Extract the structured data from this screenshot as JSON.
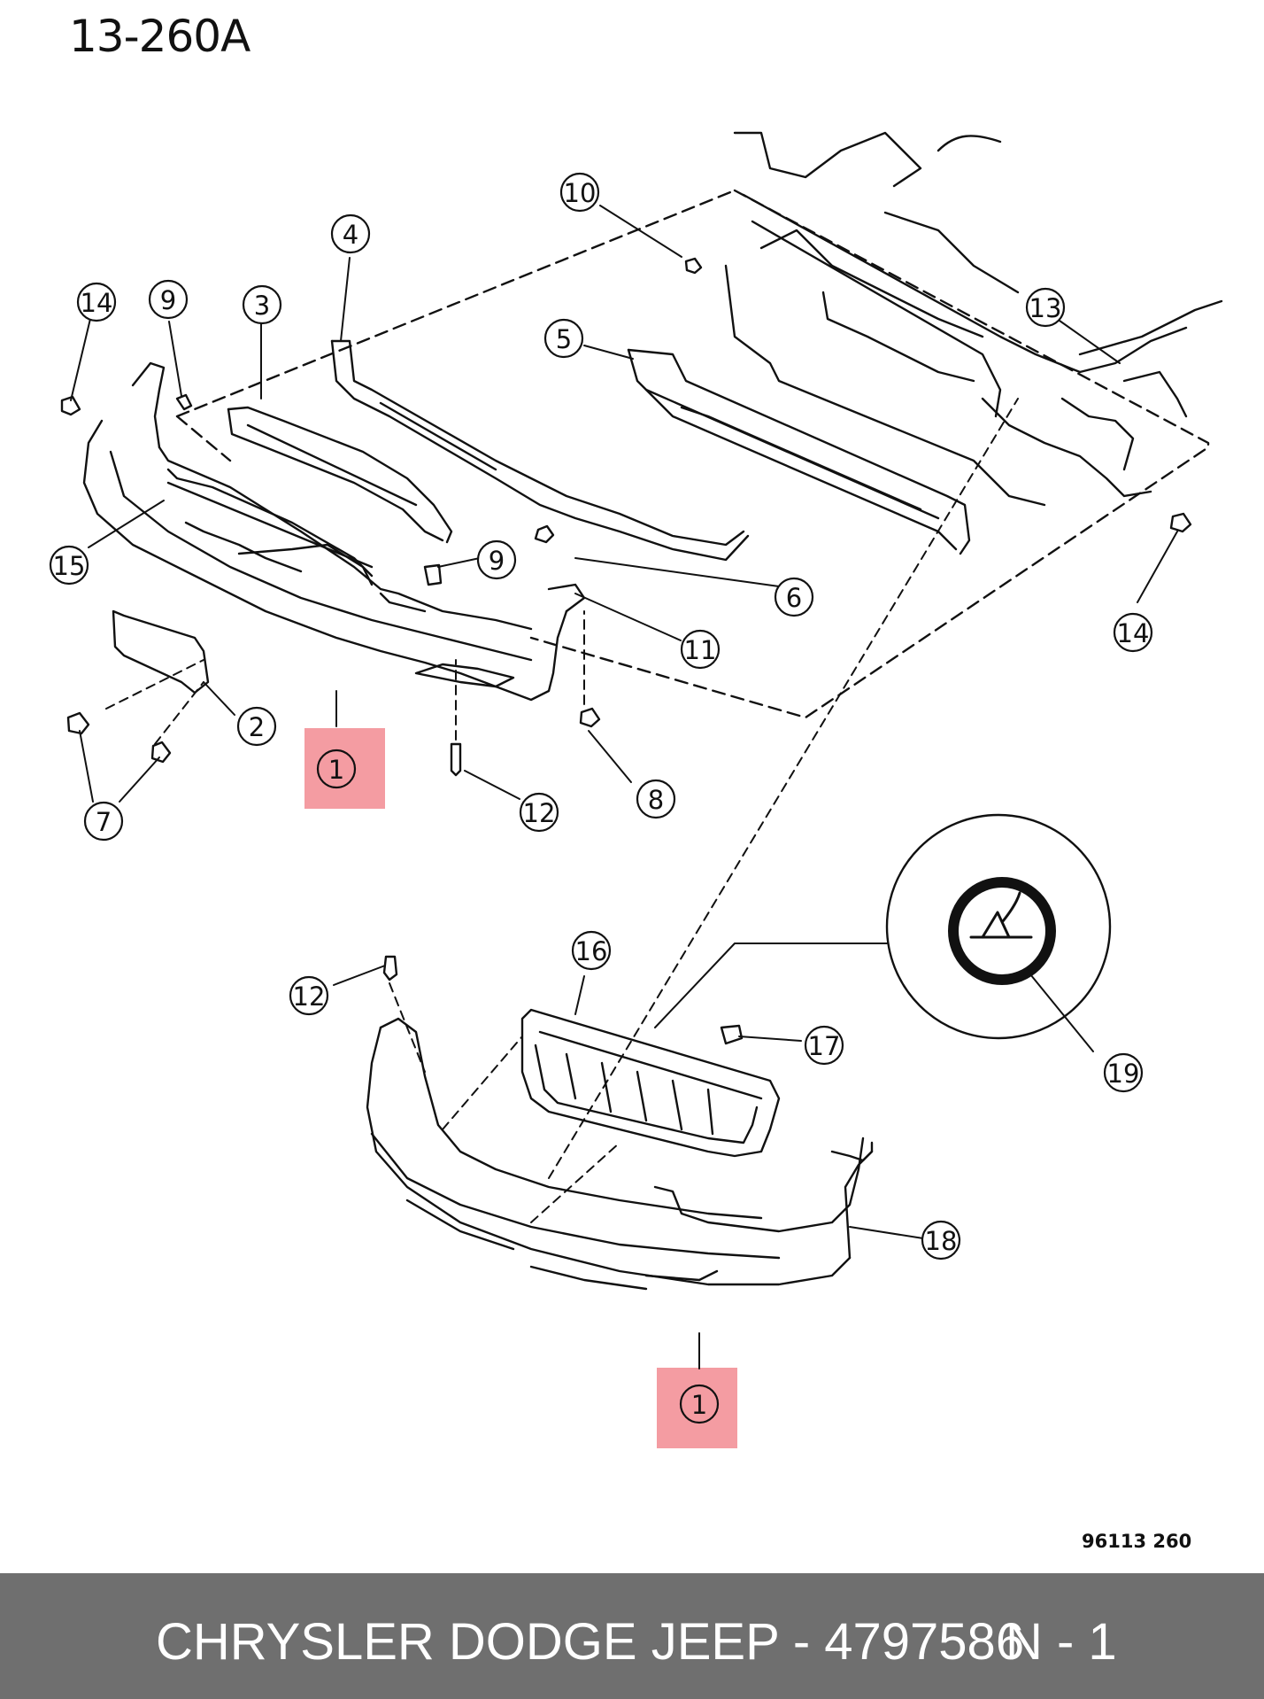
{
  "diagram": {
    "id": "13-260A",
    "reference_code": "96113  260",
    "highlighted_part": "1",
    "callouts": [
      {
        "label": "10"
      },
      {
        "label": "4"
      },
      {
        "label": "14"
      },
      {
        "label": "9"
      },
      {
        "label": "3"
      },
      {
        "label": "13"
      },
      {
        "label": "5"
      },
      {
        "label": "15"
      },
      {
        "label": "9"
      },
      {
        "label": "6"
      },
      {
        "label": "11"
      },
      {
        "label": "14"
      },
      {
        "label": "2"
      },
      {
        "label": "1"
      },
      {
        "label": "8"
      },
      {
        "label": "12"
      },
      {
        "label": "7"
      },
      {
        "label": "16"
      },
      {
        "label": "12"
      },
      {
        "label": "17"
      },
      {
        "label": "19"
      },
      {
        "label": "18"
      },
      {
        "label": "1"
      }
    ]
  },
  "footer": {
    "part_info": "CHRYSLER DODGE JEEP - 4797586",
    "page_info": "N - 1"
  },
  "colors": {
    "highlight": "#f49ca2",
    "footer_bg": "#6f6f6f",
    "footer_text": "#ffffff",
    "line": "#111111"
  }
}
